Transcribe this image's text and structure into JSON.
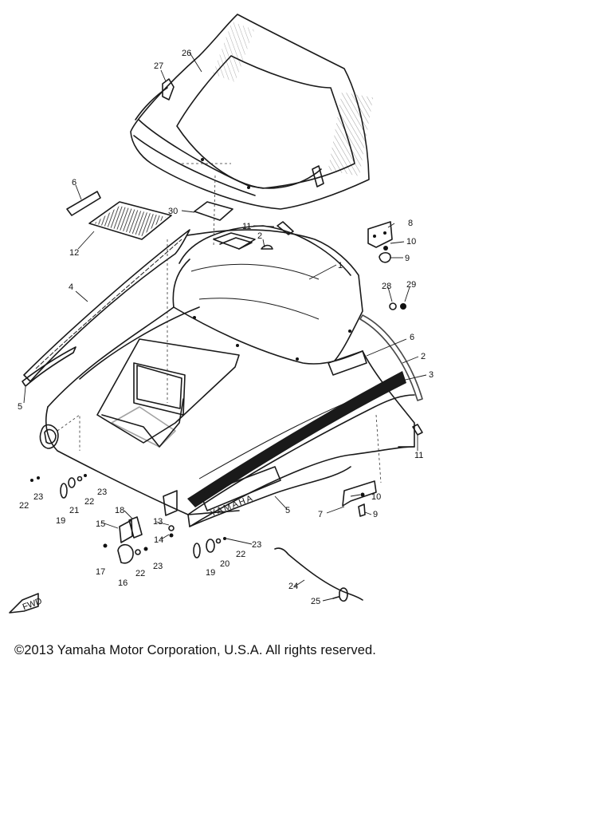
{
  "diagram": {
    "decal_text": "YAMAHA",
    "fwd_mark": "FWD",
    "part_numbers": [
      "1",
      "2",
      "3",
      "4",
      "5",
      "6",
      "7",
      "8",
      "9",
      "10",
      "11",
      "12",
      "13",
      "14",
      "15",
      "16",
      "17",
      "18",
      "19",
      "20",
      "21",
      "22",
      "23",
      "24",
      "25",
      "26",
      "27",
      "28",
      "29",
      "30"
    ]
  },
  "footer": {
    "copyright": "©2013 Yamaha Motor Corporation, U.S.A. All rights reserved."
  }
}
